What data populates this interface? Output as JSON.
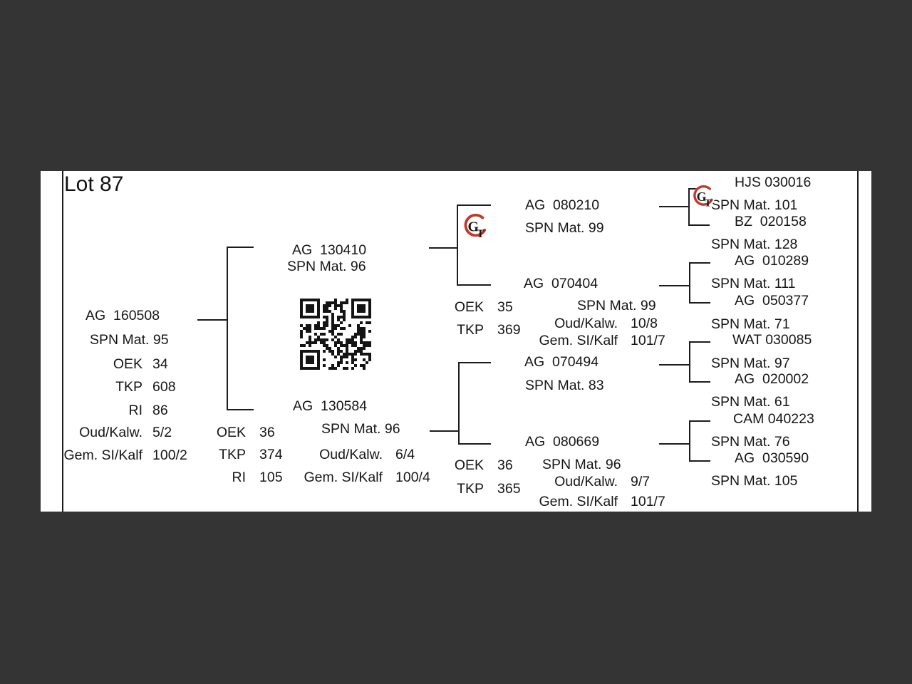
{
  "colors": {
    "backdrop": "#343434",
    "page": "#ffffff",
    "ink": "#161616",
    "logo_red": "#c0392b"
  },
  "page": {
    "lot_title": "Lot 87"
  },
  "logo": {
    "g": "G",
    "t": "T"
  },
  "icons": {
    "gt_logo": "GT breeder monogram logo (red swirl with GT letters)",
    "qr_code": "QR code block"
  },
  "pedigree": {
    "subject": {
      "id": "AG  160508",
      "spn": "SPN Mat. 95",
      "stats": [
        {
          "label": "OEK",
          "value": "34"
        },
        {
          "label": "TKP",
          "value": "608"
        },
        {
          "label": "RI",
          "value": "86"
        },
        {
          "label": "Oud/Kalw.",
          "value": "5/2"
        },
        {
          "label": "Gem. SI/Kalf",
          "value": "100/2"
        }
      ]
    },
    "sire": {
      "id": "AG  130410",
      "spn": "SPN Mat. 96"
    },
    "dam": {
      "id": "AG  130584",
      "spn": "SPN Mat. 96",
      "stats": [
        {
          "label": "OEK",
          "value": "36"
        },
        {
          "label": "TKP",
          "value": "374"
        },
        {
          "label": "RI",
          "value": "105"
        }
      ],
      "details": [
        {
          "label": "Oud/Kalw.",
          "value": "6/4"
        },
        {
          "label": "Gem. SI/Kalf",
          "value": "100/4"
        }
      ]
    },
    "sire_sire": {
      "id": "AG  080210",
      "spn": "SPN Mat. 99"
    },
    "sire_dam": {
      "id": "AG  070404",
      "spn": "SPN Mat. 99",
      "stats": [
        {
          "label": "OEK",
          "value": "35"
        },
        {
          "label": "TKP",
          "value": "369"
        }
      ],
      "details": [
        {
          "label": "Oud/Kalw.",
          "value": "10/8"
        },
        {
          "label": "Gem. SI/Kalf",
          "value": "101/7"
        }
      ]
    },
    "dam_sire": {
      "id": "AG  070494",
      "spn": "SPN Mat. 83"
    },
    "dam_dam": {
      "id": "AG  080669",
      "spn": "SPN Mat. 96",
      "stats": [
        {
          "label": "OEK",
          "value": "36"
        },
        {
          "label": "TKP",
          "value": "365"
        }
      ],
      "details": [
        {
          "label": "Oud/Kalw.",
          "value": "9/7"
        },
        {
          "label": "Gem. SI/Kalf",
          "value": "101/7"
        }
      ]
    },
    "great_grandparents": [
      {
        "id": "HJS 030016",
        "spn": "SPN Mat. 101"
      },
      {
        "id": "BZ  020158",
        "spn": "SPN Mat. 128"
      },
      {
        "id": "AG  010289",
        "spn": "SPN Mat. 111"
      },
      {
        "id": "AG  050377",
        "spn": "SPN Mat. 71"
      },
      {
        "id": "WAT 030085",
        "spn": "SPN Mat. 97"
      },
      {
        "id": "AG  020002",
        "spn": "SPN Mat. 61"
      },
      {
        "id": "CAM 040223",
        "spn": "SPN Mat. 76"
      },
      {
        "id": "AG  030590",
        "spn": "SPN Mat. 105"
      }
    ]
  }
}
